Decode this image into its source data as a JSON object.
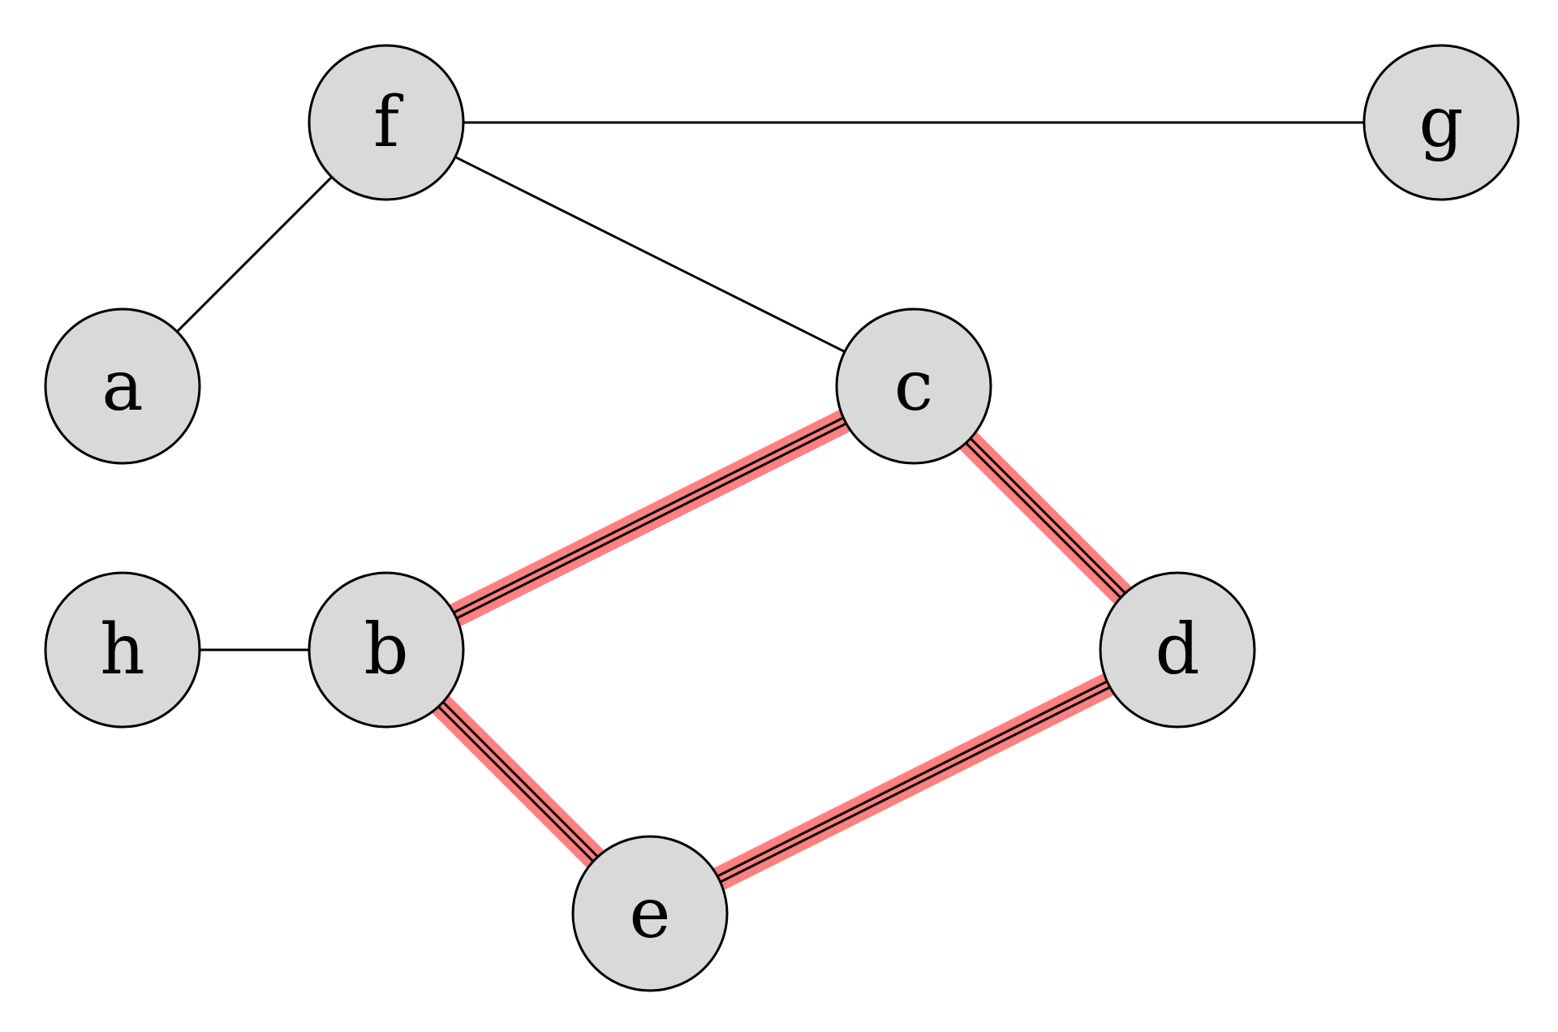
{
  "graph": {
    "nodes": [
      {
        "id": "f",
        "label": "f"
      },
      {
        "id": "g",
        "label": "g"
      },
      {
        "id": "a",
        "label": "a"
      },
      {
        "id": "c",
        "label": "c"
      },
      {
        "id": "h",
        "label": "h"
      },
      {
        "id": "b",
        "label": "b"
      },
      {
        "id": "d",
        "label": "d"
      },
      {
        "id": "e",
        "label": "e"
      }
    ],
    "edges": [
      {
        "from": "f",
        "to": "g",
        "highlighted": false
      },
      {
        "from": "f",
        "to": "a",
        "highlighted": false
      },
      {
        "from": "f",
        "to": "c",
        "highlighted": false
      },
      {
        "from": "h",
        "to": "b",
        "highlighted": false
      },
      {
        "from": "b",
        "to": "c",
        "highlighted": true
      },
      {
        "from": "c",
        "to": "d",
        "highlighted": true
      },
      {
        "from": "b",
        "to": "e",
        "highlighted": true
      },
      {
        "from": "e",
        "to": "d",
        "highlighted": true
      }
    ]
  },
  "colors": {
    "node_fill": "#d9d9d9",
    "node_stroke": "#000000",
    "edge": "#000000",
    "highlight": "#ff8080"
  }
}
